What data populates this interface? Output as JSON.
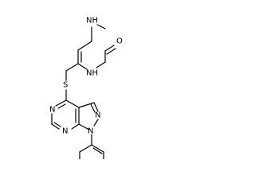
{
  "molecule": {
    "atom_labels": {
      "nh_top": "NH",
      "o_carbonyl": "O",
      "nh_ring": "NH",
      "s_thioether": "S",
      "n_pyrimidine_upper": "N",
      "n_pyrimidine_lower": "N",
      "n_pyrazole_2": "N",
      "n_pyrazole_1": "N"
    }
  }
}
